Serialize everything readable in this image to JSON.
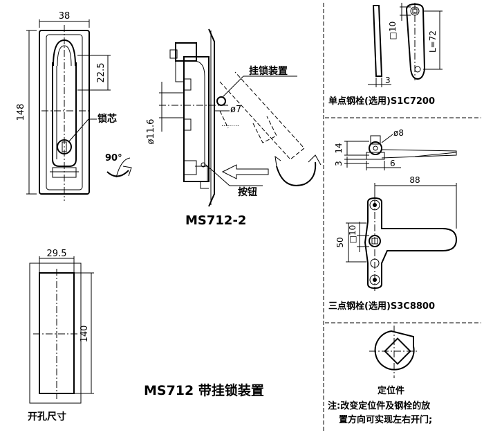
{
  "dims": {
    "width_38": "38",
    "height_148": "148",
    "dist_22_5": "22.5",
    "phi_11_6": "ø11.6",
    "phi_7": "ø7",
    "cut_29_5": "29.5",
    "cut_140": "140",
    "rod_sq10": "□10",
    "rod_L72": "L=72",
    "rod_3": "3",
    "top_phi8": "ø8",
    "top_14": "14",
    "top_3": "3",
    "top_6": "6",
    "three_88": "88",
    "three_50": "50",
    "three_sq10": "□10"
  },
  "labels": {
    "lock_core": "锁芯",
    "rotation": "90°",
    "hang_lock": "挂锁装置",
    "button": "按钮",
    "model_side": "MS712-2",
    "cutout": "开孔尺寸",
    "main_title": "MS712 带挂锁装置",
    "single_rod": "单点钢栓(选用)S1C7200",
    "three_rod": "三点钢栓(选用)S3C8800",
    "locator": "定位件",
    "note_line1": "注:改变定位件及钢栓的放",
    "note_line2": "置方向可实现左右开门;"
  },
  "colors": {
    "line": "#000000",
    "cutout_fill": "#c8c8c8",
    "hatch": "#555555"
  }
}
